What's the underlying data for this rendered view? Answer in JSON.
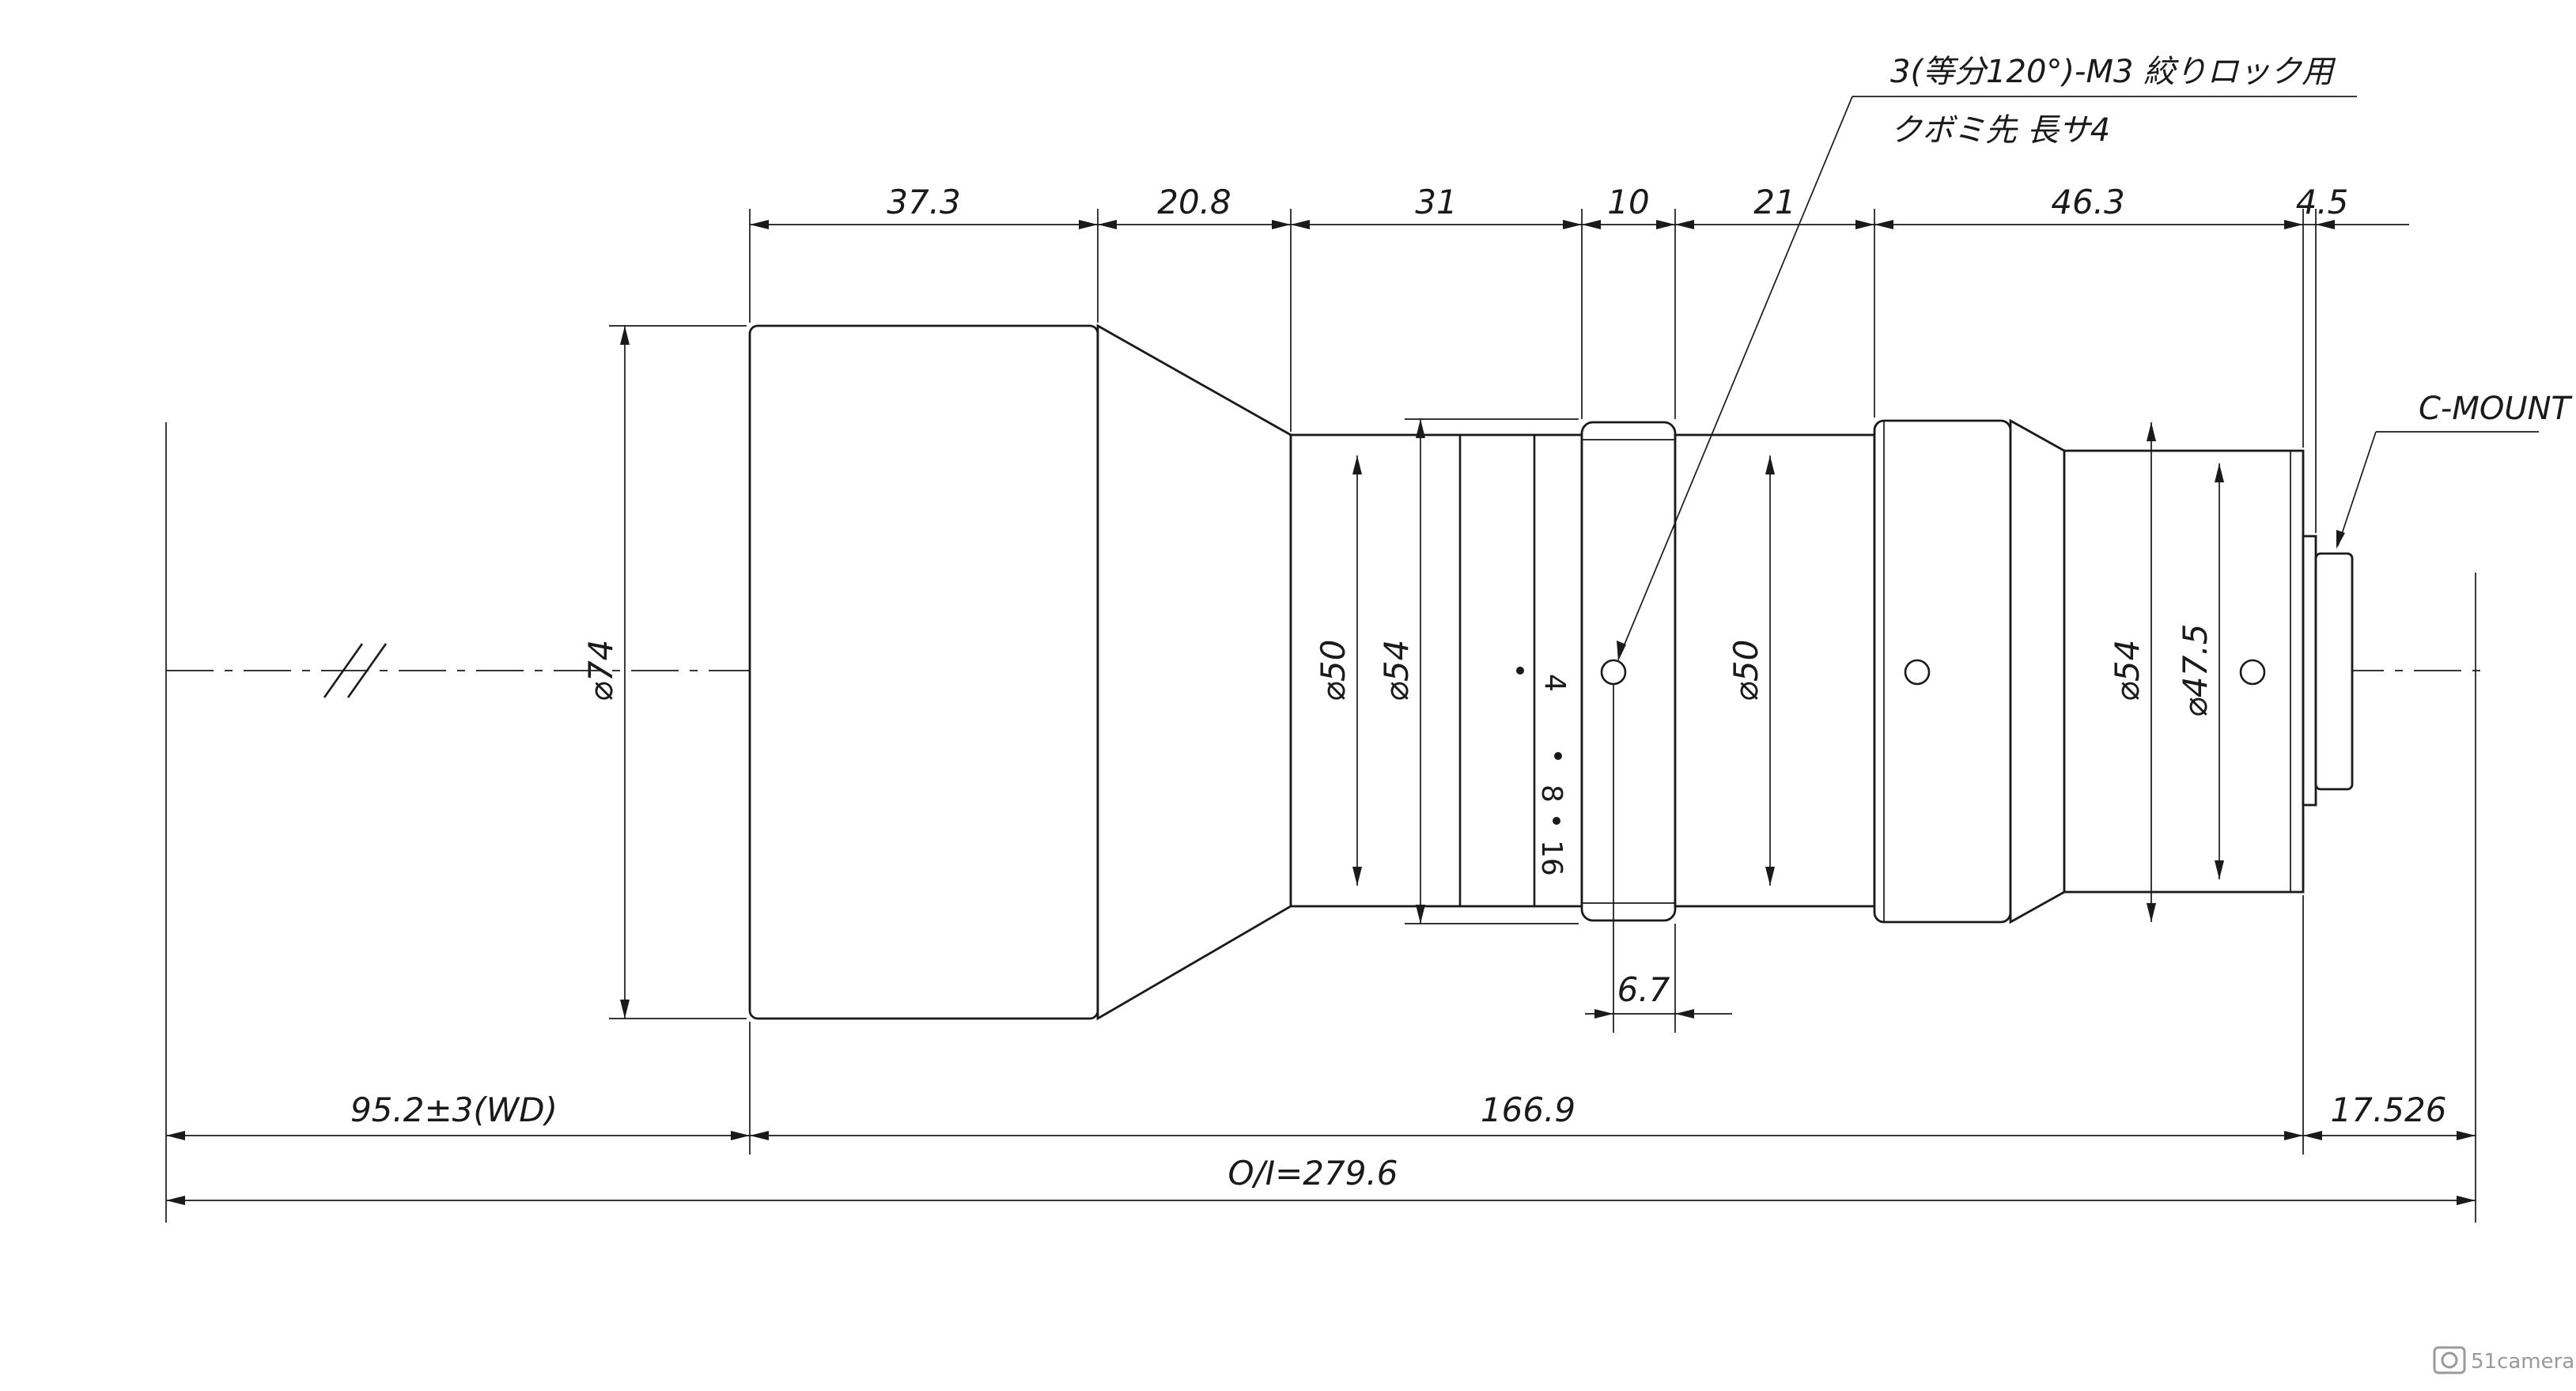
{
  "note": {
    "line1": "3(等分120°)-M3 絞りロック用",
    "line2": "クボミ先 長サ4"
  },
  "mount_label": "C-MOUNT",
  "top_dimensions": [
    "37.3",
    "20.8",
    "31",
    "10",
    "21",
    "46.3",
    "4.5"
  ],
  "diameters": {
    "front": "⌀74",
    "tube": "⌀50",
    "ring": "⌀54",
    "mid": "⌀50",
    "rear": "⌀54",
    "rear_inner": "⌀47.5"
  },
  "small_dimension": "6.7",
  "bottom_dimensions": {
    "wd": "95.2±3(WD)",
    "length": "166.9",
    "flange": "17.526",
    "total": "O/I=279.6"
  },
  "aperture_marks": [
    "4",
    "8",
    "16"
  ],
  "watermark": "51camera"
}
